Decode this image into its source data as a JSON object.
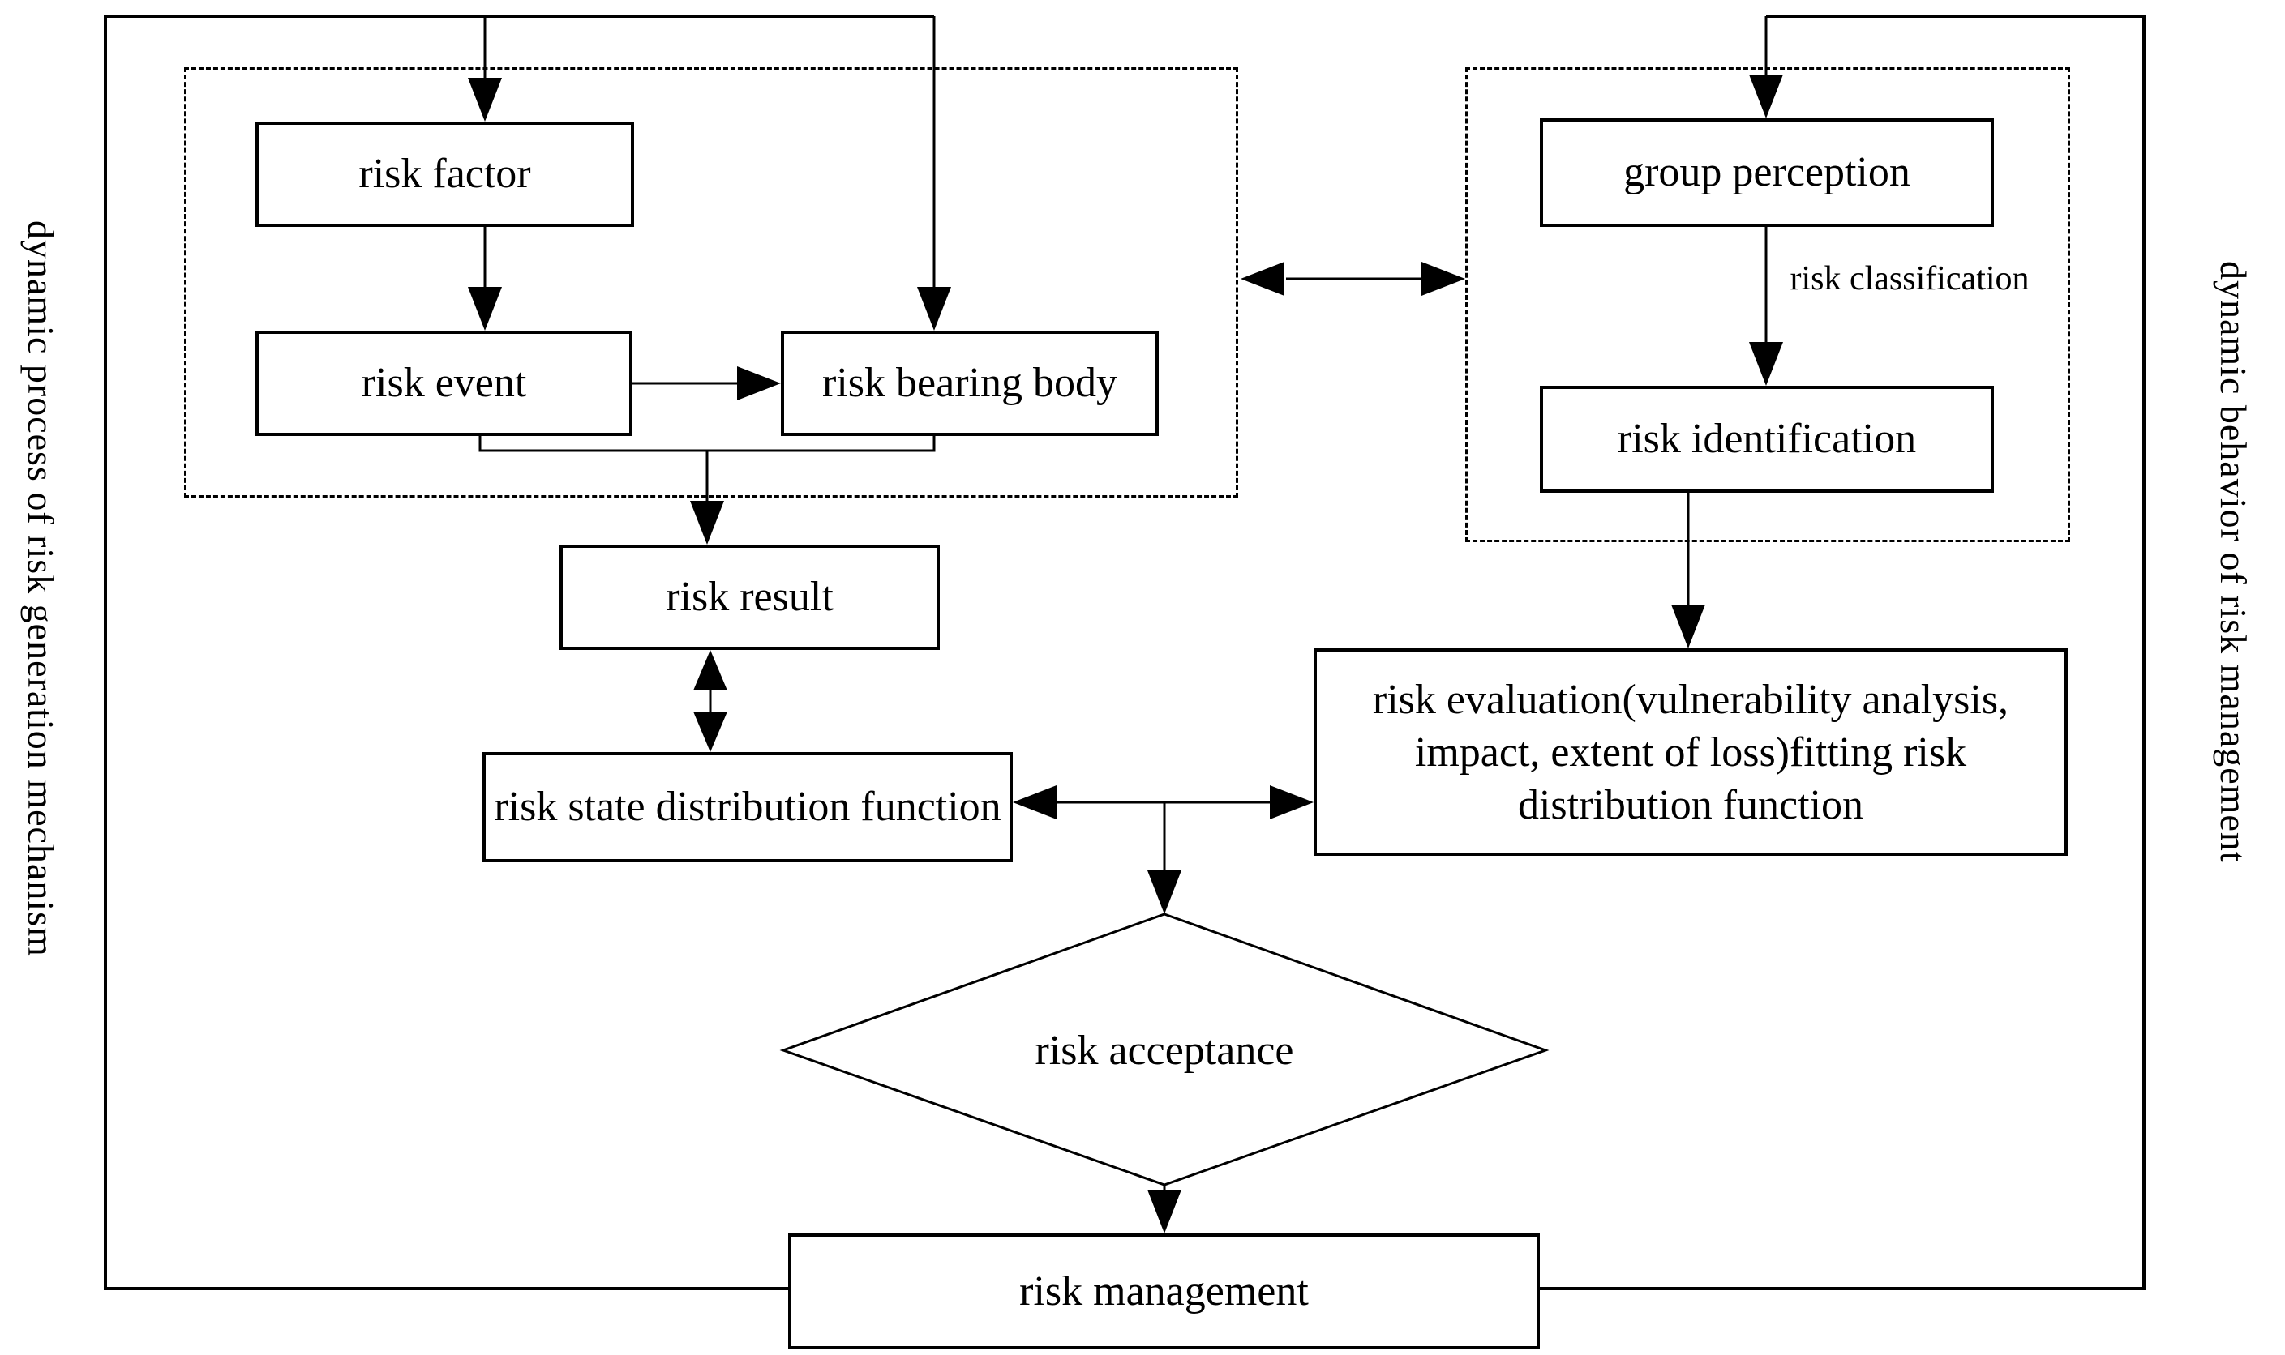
{
  "diagram": {
    "side_labels": {
      "left": "dynamic process of risk generation mechanism",
      "right": "dynamic behavior of risk management"
    },
    "nodes": {
      "risk_factor": "risk factor",
      "risk_event": "risk event",
      "risk_bearing_body": "risk bearing body",
      "group_perception": "group perception",
      "risk_identification": "risk identification",
      "risk_result": "risk result",
      "risk_state_distribution_function": "risk state distribution function",
      "risk_evaluation": "risk evaluation(vulnerability analysis, impact, extent of loss)fitting risk distribution function",
      "risk_acceptance": "risk acceptance",
      "risk_management": "risk management"
    },
    "edge_labels": {
      "risk_classification": "risk classification"
    },
    "colors": {
      "line": "#000000",
      "background": "#ffffff"
    }
  }
}
